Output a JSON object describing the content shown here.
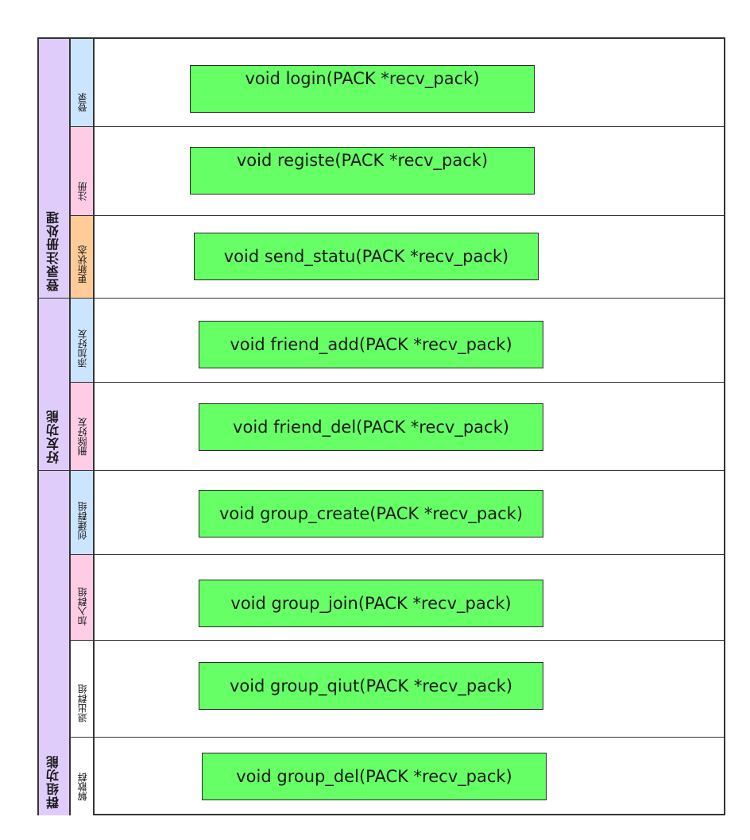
{
  "groups": [
    {
      "label": "登录注册处理",
      "color": "#e0ccfb"
    },
    {
      "label": "好友功能",
      "color": "#e0ccfb"
    },
    {
      "label": "群组功能",
      "color": "#e0ccfb"
    }
  ],
  "rows": [
    {
      "label": "登录",
      "color": "#cce5ff",
      "function": "void login(PACK *recv_pack)"
    },
    {
      "label": "注册",
      "color": "#ffcce6",
      "function": "void registe(PACK *recv_pack)"
    },
    {
      "label": "更新状态",
      "color": "#ffcc99",
      "function": "void send_statu(PACK *recv_pack)"
    },
    {
      "label": "添加好友",
      "color": "#cce5ff",
      "function": "void friend_add(PACK *recv_pack)"
    },
    {
      "label": "删除好友",
      "color": "#ffcce6",
      "function": "void friend_del(PACK *recv_pack)"
    },
    {
      "label": "创建群组",
      "color": "#cce5ff",
      "function": "void group_create(PACK *recv_pack)"
    },
    {
      "label": "加入群组",
      "color": "#ffcce6",
      "function": "void group_join(PACK *recv_pack)"
    },
    {
      "label": "退出群组",
      "color": "#ffffff",
      "function": "void group_qiut(PACK *recv_pack)"
    },
    {
      "label": "解散群",
      "color": "#ffffff",
      "function": "void group_del(PACK *recv_pack)"
    }
  ],
  "colors": {
    "function_box": "#66ff66",
    "border": "#333333"
  }
}
